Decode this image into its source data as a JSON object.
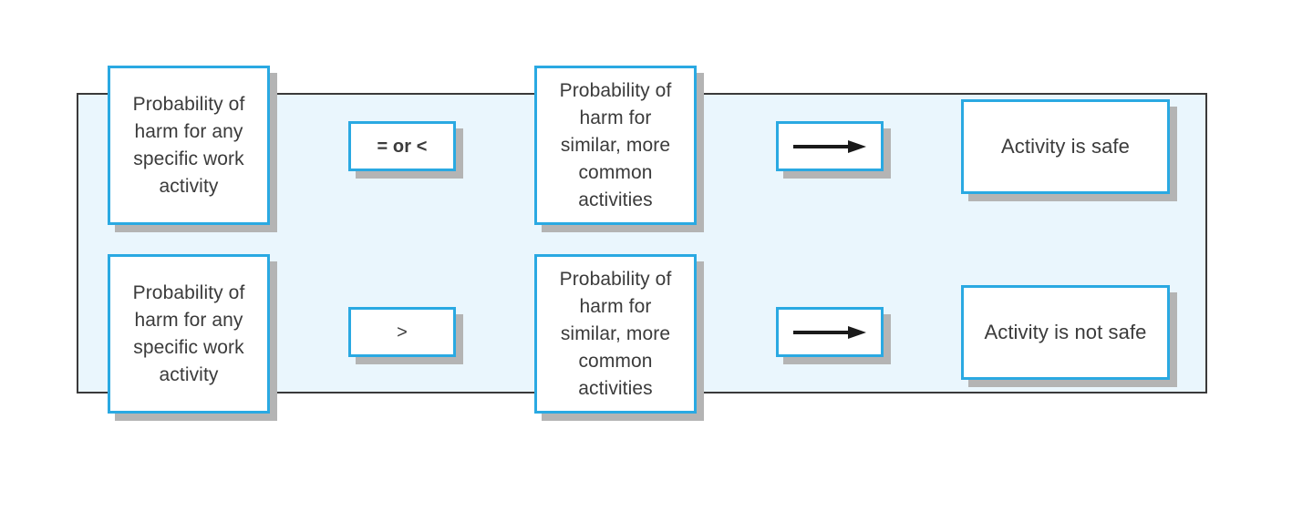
{
  "rows": [
    {
      "left_box": "Probability of harm for any specific work activity",
      "operator": "= or <",
      "right_box": "Probability of harm for similar, more common activities",
      "arrow": "right-arrow-icon",
      "result": "Activity is safe"
    },
    {
      "left_box": "Probability of harm for any specific work activity",
      "operator": ">",
      "right_box": "Probability of harm for similar, more common activities",
      "arrow": "right-arrow-icon",
      "result": "Activity is not safe"
    }
  ],
  "colors": {
    "box_border": "#2aa9e2",
    "panel_background": "#eaf6fd",
    "shadow": "#b4b4b4",
    "text": "#3b3b3b"
  }
}
